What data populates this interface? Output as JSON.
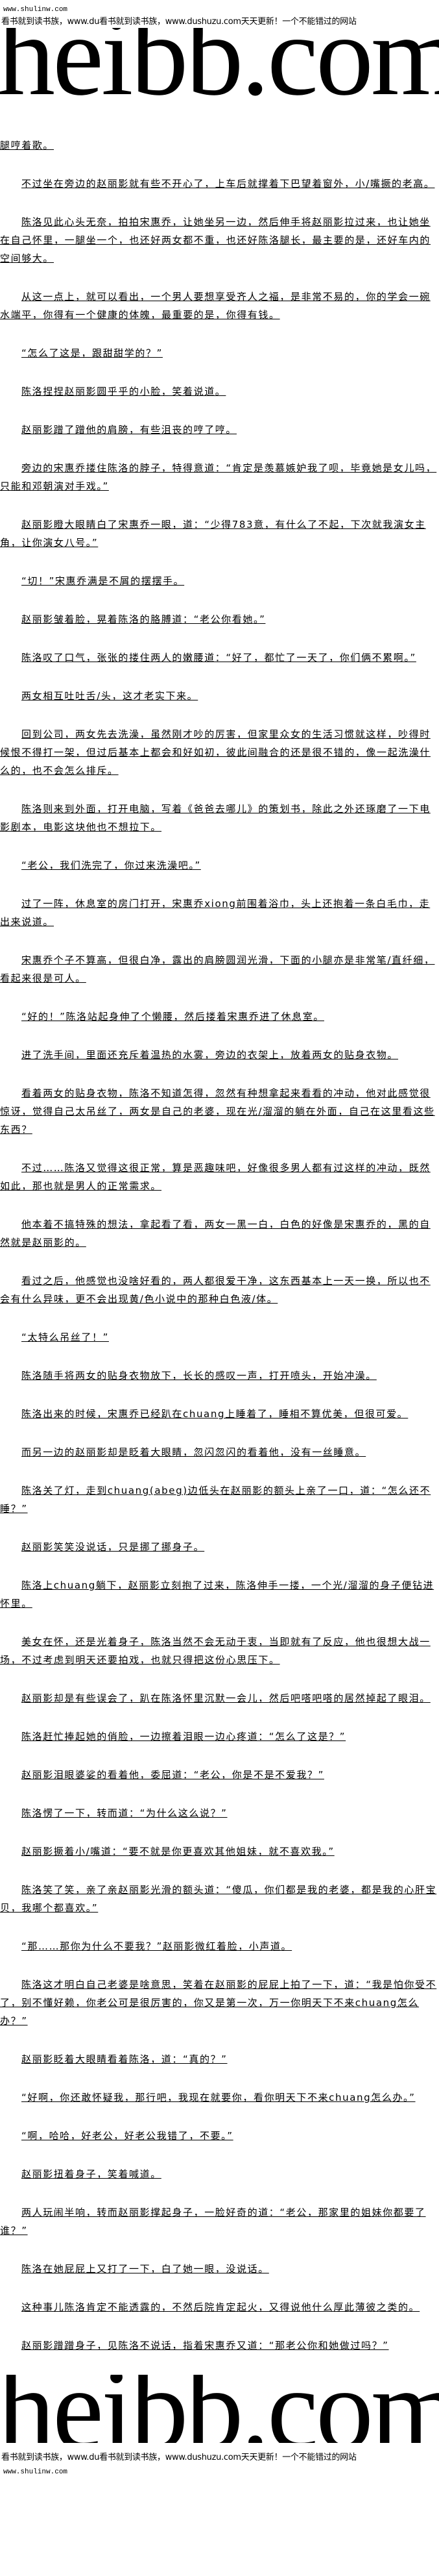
{
  "header": {
    "site": "www.shulinw.com",
    "slogan": "看书就到读书族，www.du看书就到读书族，www.dushuzu.com天天更新！一个不能错过的网站",
    "logo": "heibb.com"
  },
  "paragraphs": [
    "腿哼着歌。",
    "不过坐在旁边的赵丽影就有些不开心了，上车后就撑着下巴望着窗外，小/嘴撅的老高。",
    "陈洛见此心头无奈，拍拍宋惠乔，让她坐另一边，然后伸手将赵丽影拉过来，也让她坐在自己怀里，一腿坐一个，也还好两女都不重，也还好陈洛腿长，最主要的是，还好车内的空间够大。",
    "从这一点上，就可以看出，一个男人要想享受齐人之福，是非常不易的，你的学会一碗水端平，你得有一个健康的体魄，最重要的是，你得有钱。",
    "“怎么了这是，跟甜甜学的？”",
    "陈洛捏捏赵丽影圆乎乎的小脸，笑着说道。",
    "赵丽影蹭了蹭他的肩膀，有些沮丧的哼了哼。",
    "旁边的宋惠乔搂住陈洛的脖子，特得意道：“肯定是羡慕嫉妒我了呗，毕竟她是女儿吗，只能和邓朝演对手戏。”",
    "赵丽影瞪大眼睛白了宋惠乔一眼，道：“少得783意，有什么了不起，下次就我演女主角，让你演女八号。”",
    "“切！”宋惠乔满是不屑的摆摆手。",
    "赵丽影皱着脸，晃着陈洛的胳膊道：“老公你看她。”",
    "陈洛叹了口气，张张的搂住两人的嫩腰道：“好了，都忙了一天了，你们俩不累啊。”",
    "两女相互吐吐舌/头，这才老实下来。",
    "回到公司，两女先去洗澡，虽然刚才吵的厉害，但家里众女的生活习惯就这样，吵得时候恨不得打一架，但过后基本上都会和好如初，彼此间融合的还是很不错的，像一起洗澡什么的，也不会怎么排斥。",
    "陈洛则来到外面，打开电脑，写着《爸爸去哪儿》的策划书，除此之外还琢磨了一下电影剧本，电影这块他也不想拉下。",
    "“老公，我们洗完了，你过来洗澡吧。”",
    "过了一阵，休息室的房门打开，宋惠乔xiong前围着浴巾，头上还抱着一条白毛巾，走出来说道。",
    "宋惠乔个子不算高，但很白净，露出的肩膀圆润光滑，下面的小腿亦是非常笔/直纤细，看起来很是可人。",
    "“好的！”陈洛站起身伸了个懒腰，然后搂着宋惠乔进了休息室。",
    "进了洗手间，里面还充斥着温热的水雾，旁边的衣架上，放着两女的贴身衣物。",
    "看着两女的贴身衣物，陈洛不知道怎得，忽然有种想拿起来看看的冲动，他对此感觉很惊讶，觉得自己太吊丝了，两女是自己的老婆，现在光/溜溜的躺在外面，自己在这里看这些东西？",
    "不过……陈洛又觉得这很正常，算是恶趣味吧，好像很多男人都有过这样的冲动，既然如此，那也就是男人的正常需求。",
    "他本着不搞特殊的想法，拿起看了看，两女一黑一白，白色的好像是宋惠乔的，黑的自然就是赵丽影的。",
    "看过之后，他感觉也没啥好看的，两人都很爱干净，这东西基本上一天一换，所以也不会有什么异味，更不会出现黄/色小说中的那种白色液/体。",
    "“太特么吊丝了！”",
    "陈洛随手将两女的贴身衣物放下，长长的感叹一声，打开喷头，开始冲澡。",
    "陈洛出来的时候，宋惠乔已经趴在chuang上睡着了，睡相不算优美，但很可爱。",
    "而另一边的赵丽影却是眨着大眼睛，忽闪忽闪的看着他，没有一丝睡意。",
    "陈洛关了灯，走到chuang(abeg)边低头在赵丽影的额头上亲了一口，道：“怎么还不睡？”",
    "赵丽影笑笑没说话，只是挪了挪身子。",
    "陈洛上chuang躺下，赵丽影立刻抱了过来，陈洛伸手一搂，一个光/溜溜的身子便钻进怀里。",
    "美女在怀，还是光着身子，陈洛当然不会无动于衷，当即就有了反应，他也很想大战一场，不过考虑到明天还要拍戏，也就只得把这份心思压下。",
    "赵丽影却是有些误会了，趴在陈洛怀里沉默一会儿，然后吧嗒吧嗒的居然掉起了眼泪。",
    "陈洛赶忙捧起她的俏脸，一边擦着泪眼一边心疼道：“怎么了这是？”",
    "赵丽影泪眼婆娑的看着他，委屈道：“老公，你是不是不爱我？”",
    "陈洛愣了一下，转而道：“为什么这么说？”",
    "赵丽影撅着小/嘴道：“要不就是你更喜欢其他姐妹，就不喜欢我。”",
    "陈洛笑了笑，亲了亲赵丽影光滑的额头道：“傻瓜，你们都是我的老婆，都是我的心肝宝贝，我哪个都喜欢。”",
    "“那……那你为什么不要我？”赵丽影微红着脸，小声道。",
    "陈洛这才明白自己老婆是啥意思，笑着在赵丽影的屁屁上拍了一下，道：“我是怕你受不了，别不懂好赖，你老公可是很厉害的，你又是第一次，万一你明天下不来chuang怎么办？”",
    "赵丽影眨着大眼睛看着陈洛，道：“真的？”",
    "“好啊，你还敢怀疑我，那行吧，我现在就要你，看你明天下不来chuang怎么办。”",
    "“啊，哈哈，好老公，好老公我错了，不要。”",
    "赵丽影扭着身子，笑着喊道。",
    "两人玩闹半响，转而赵丽影撑起身子，一脸好奇的道：“老公，那家里的姐妹你都要了谁？”",
    "陈洛在她屁屁上又打了一下，白了她一眼，没说话。",
    "这种事儿陈洛肯定不能透露的，不然后院肯定起火，又得说他什么厚此薄彼之类的。",
    "赵丽影蹭蹭身子，见陈洛不说话，指着宋惠乔又道：“那老公你和她做过吗？”"
  ],
  "footer": {
    "logo": "heibb.com",
    "slogan": "看书就到读书族，www.du看书就到读书族，www.dushuzu.com天天更新！一个不能错过的网站",
    "site": "www.shulinw.com"
  }
}
